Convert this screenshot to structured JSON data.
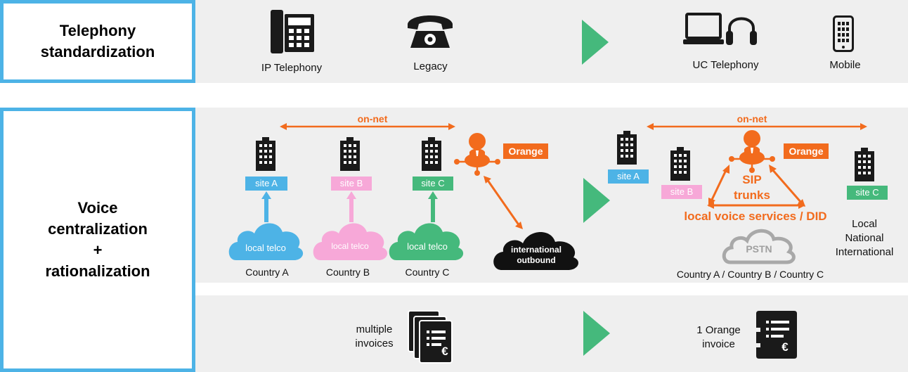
{
  "standardization": {
    "title_line1": "Telephony",
    "title_line2": "standardization",
    "ip_label": "IP Telephony",
    "legacy_label": "Legacy",
    "uc_label": "UC Telephony",
    "mobile_label": "Mobile"
  },
  "centralization": {
    "title_line1": "Voice",
    "title_line2": "centralization",
    "title_line3": "+",
    "title_line4": "rationalization",
    "before": {
      "on_net": "on-net",
      "orange": "Orange",
      "site_a": "site A",
      "site_b": "site B",
      "site_c": "site C",
      "cloud_a": "local telco",
      "cloud_b": "local telco",
      "cloud_c": "local telco",
      "country_a": "Country A",
      "country_b": "Country B",
      "country_c": "Country C",
      "intl_line1": "international",
      "intl_line2": "outbound"
    },
    "after": {
      "on_net": "on-net",
      "orange": "Orange",
      "site_a": "site A",
      "site_b": "site B",
      "site_c": "site C",
      "sip_line1": "SIP",
      "sip_line2": "trunks",
      "local_services": "local voice services / DID",
      "pstn": "PSTN",
      "local_line1": "Local",
      "local_line2": "National",
      "local_line3": "International",
      "countries": "Country A / Country B / Country C"
    }
  },
  "invoices": {
    "multiple_line1": "multiple",
    "multiple_line2": "invoices",
    "one_line1": "1 Orange",
    "one_line2": "invoice",
    "currency_symbol": "€"
  },
  "colors": {
    "border_blue": "#4db3e6",
    "orange": "#f26b1d",
    "green": "#45b97c",
    "site_a_blue": "#4db3e6",
    "site_b_pink": "#f7a8d8",
    "site_c_green": "#45b97c",
    "band_gray": "#efefef"
  }
}
